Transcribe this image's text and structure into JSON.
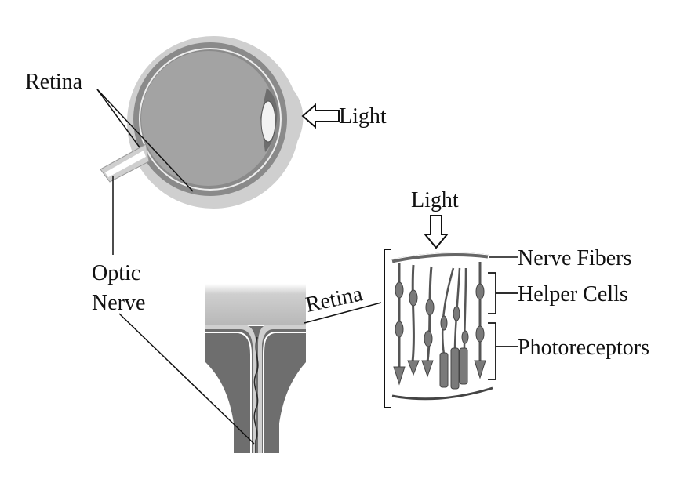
{
  "labels": {
    "retina_top": "Retina",
    "light_side": "Light",
    "light_top": "Light",
    "optic": "Optic",
    "nerve": "Nerve",
    "retina_mid": "Retina",
    "nerve_fibers": "Nerve Fibers",
    "helper_cells": "Helper Cells",
    "photoreceptors": "Photoreceptors"
  },
  "colors": {
    "outer_sclera": "#cfcfcf",
    "retina_band": "#8a8a8a",
    "vitreous": "#a3a3a3",
    "lens": "#f2f2f2",
    "dark_tissue": "#6e6e6e",
    "line": "#111111"
  },
  "icons": {
    "light_arrow_side": "arrow-right-outline-icon",
    "light_arrow_down": "arrow-down-outline-icon"
  }
}
